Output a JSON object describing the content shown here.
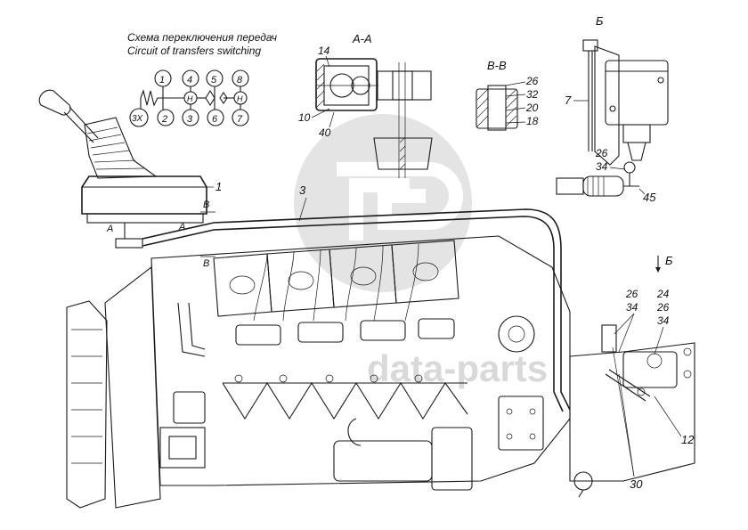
{
  "schema": {
    "title_ru": "Схема переключения передач",
    "title_en": "Circuit of transfers switching",
    "gears": [
      "1",
      "2",
      "3",
      "4",
      "5",
      "6",
      "7",
      "8"
    ],
    "neutral": "H",
    "reverse": "3X"
  },
  "sections": {
    "aa": "A-A",
    "bb": "B-B",
    "b_view": "Б",
    "b_arrow": "Б",
    "a_mark": "A",
    "b_mark": "B"
  },
  "callouts": {
    "c1": "1",
    "c3": "3",
    "c7": "7",
    "c10": "10",
    "c12": "12",
    "c14": "14",
    "c18": "18",
    "c20": "20",
    "c24": "24",
    "c26a": "26",
    "c26b": "26",
    "c26c": "26",
    "c26d": "26",
    "c30": "30",
    "c32": "32",
    "c34a": "34",
    "c34b": "34",
    "c34c": "34",
    "c40": "40",
    "c45": "45"
  },
  "watermark": "data-parts",
  "colors": {
    "ink": "#1a1a1a",
    "watermark": "#d9d9d9"
  }
}
